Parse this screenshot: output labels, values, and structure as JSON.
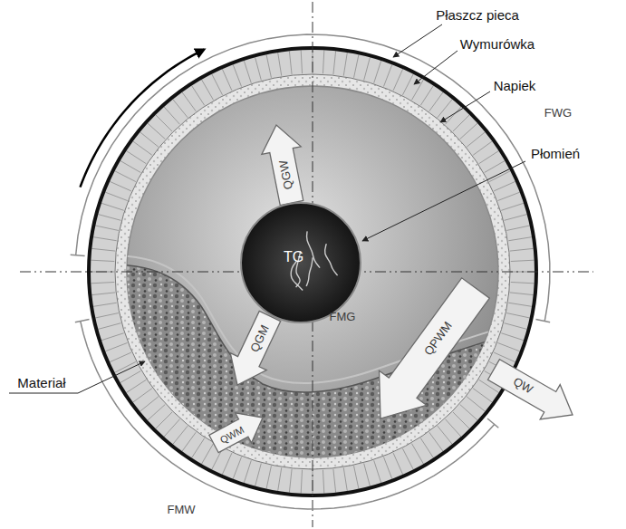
{
  "diagram": {
    "nodes": [
      {
        "text": [
          "TG"
        ]
      }
    ],
    "labels": [
      "Płaszcz pieca",
      "Wymurówka",
      "Napiek",
      "Płomień",
      "Materiał",
      "FWG",
      "QGW",
      "QGM",
      "FMG",
      "QPWM",
      "QW",
      "QWM",
      "FMW"
    ]
  }
}
